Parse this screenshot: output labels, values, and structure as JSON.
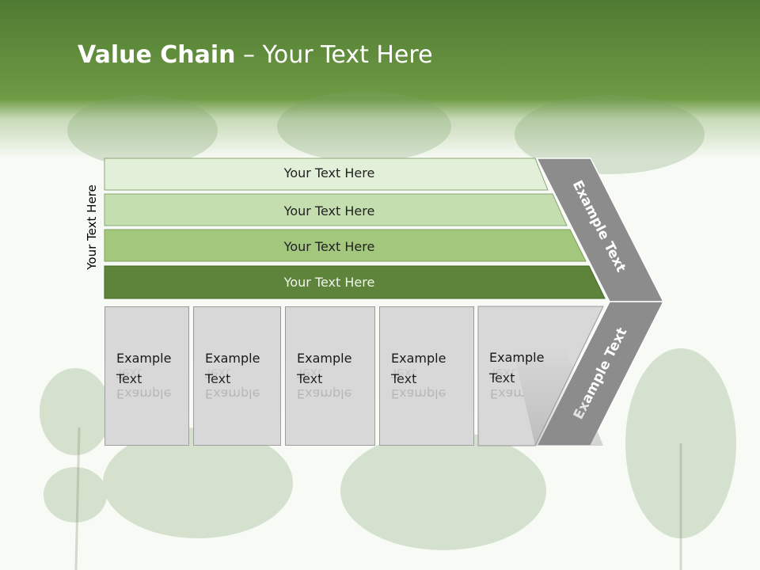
{
  "slide": {
    "title_bold": "Value Chain",
    "title_rest": " – Your Text Here",
    "side_label": "Your Text Here"
  },
  "bars": [
    {
      "label": "Your Text Here",
      "color": "#e2efd9"
    },
    {
      "label": "Your Text Here",
      "color": "#c5deb0"
    },
    {
      "label": "Your Text Here",
      "color": "#a4c77e"
    },
    {
      "label": "Your Text Here",
      "color": "#5d843a"
    }
  ],
  "boxes": [
    {
      "line1": "Example",
      "line2": "Text"
    },
    {
      "line1": "Example",
      "line2": "Text"
    },
    {
      "line1": "Example",
      "line2": "Text"
    },
    {
      "line1": "Example",
      "line2": "Text"
    },
    {
      "line1": "Example",
      "line2": "Text"
    }
  ],
  "chevron": {
    "upper_text": "Example Text",
    "lower_text": "Example Text",
    "color": "#8c8c8c"
  },
  "colors": {
    "header_green": "#5f8b3c",
    "box_gray": "#d8d8d8"
  }
}
